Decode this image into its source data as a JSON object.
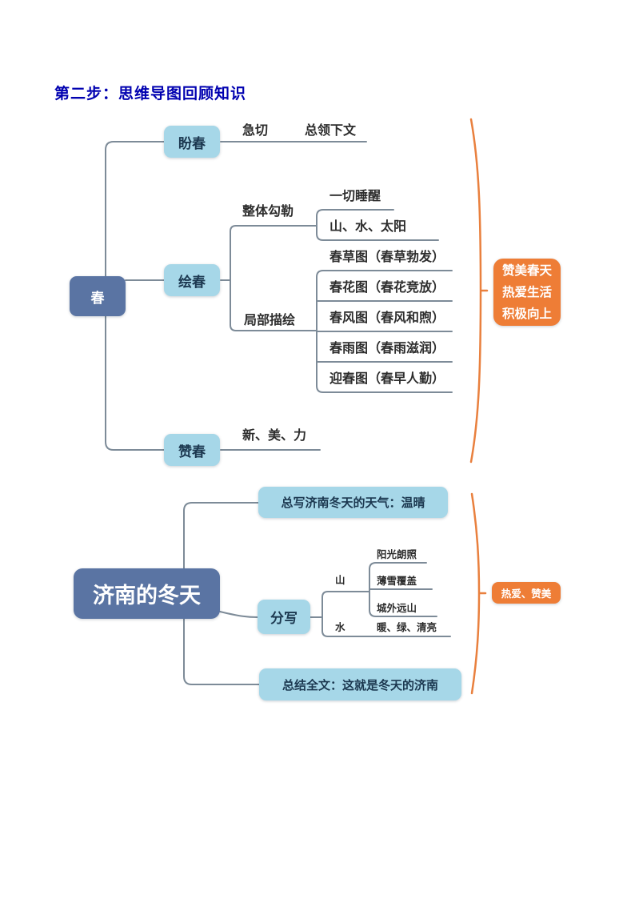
{
  "page": {
    "title": "第二步：思维导图回顾知识"
  },
  "colors": {
    "title_blue": "#0000b0",
    "node_light_blue": "#a6d7e8",
    "node_dark_blue": "#5a74a3",
    "accent_orange": "#ee7d36",
    "line_gray": "#7d8b98"
  },
  "map_spring": {
    "root_label": "春",
    "pan_label": "盼春",
    "pan_notes": [
      "急切",
      "总领下文"
    ],
    "hui_label": "绘春",
    "whole_label": "整体勾勒",
    "whole_leaves": [
      "一切睡醒",
      "山、水、太阳"
    ],
    "part_label": "局部描绘",
    "part_leaves": [
      "春草图（春草勃发）",
      "春花图（春花竞放）",
      "春风图（春风和煦）",
      "春雨图（春雨滋润）",
      "迎春图（春早人勤）"
    ],
    "zan_label": "赞春",
    "zan_note": "新、美、力",
    "summary_lines": [
      "赞美春天",
      "热爱生活",
      "积极向上"
    ]
  },
  "map_jinan": {
    "root_label": "济南的冬天",
    "top_node": "总写济南冬天的天气：温晴",
    "mid_label": "分写",
    "mountain_label": "山",
    "mountain_leaves": [
      "阳光朗照",
      "薄雪覆盖",
      "城外远山"
    ],
    "water_label": "水",
    "water_leaf": "暖、绿、清亮",
    "bottom_node": "总结全文：这就是冬天的济南",
    "summary": "热爱、赞美"
  }
}
